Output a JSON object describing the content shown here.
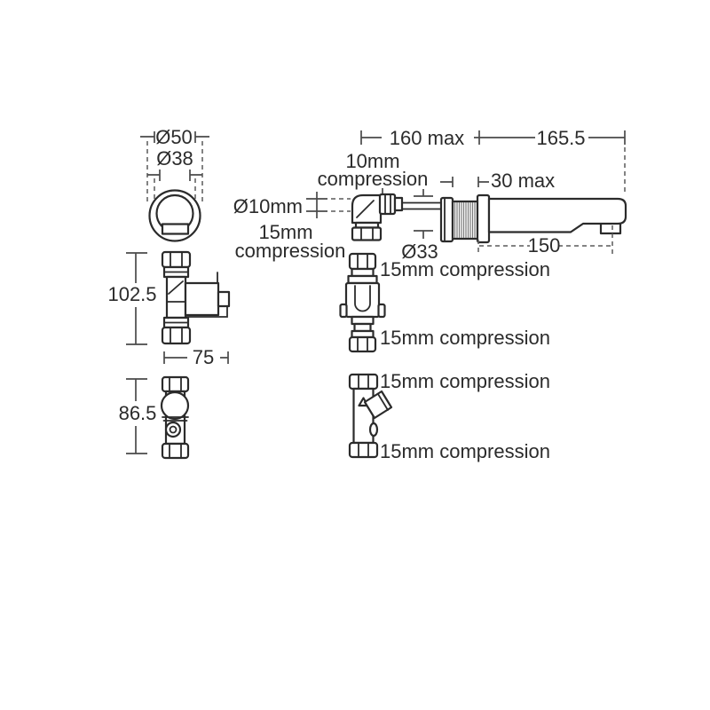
{
  "colors": {
    "background": "#ffffff",
    "line": "#2b2b2b",
    "dimension_line": "#4a4a4a",
    "thread_hatch": "#7a7a7a"
  },
  "diagram": {
    "escutcheon": {
      "outer_diameter": "Ø50",
      "inner_diameter": "Ø38"
    },
    "spout": {
      "projection": "160 max",
      "body_length": "165.5",
      "wall_depth": "30 max",
      "spout_length": "150",
      "hole_diameter": "Ø33",
      "inlet_label_line1": "10mm",
      "inlet_label_line2": "compression",
      "pipe_diameter": "Ø10mm",
      "elbow_label_line1": "15mm",
      "elbow_label_line2": "compression"
    },
    "solenoid_valve": {
      "height": "102.5",
      "width": "75"
    },
    "isolating_valve": {
      "height": "86.5"
    },
    "check_valve": {
      "top_label": "15mm compression",
      "bottom_label": "15mm compression"
    },
    "strainer": {
      "top_label": "15mm compression",
      "bottom_label": "15mm compression"
    }
  }
}
